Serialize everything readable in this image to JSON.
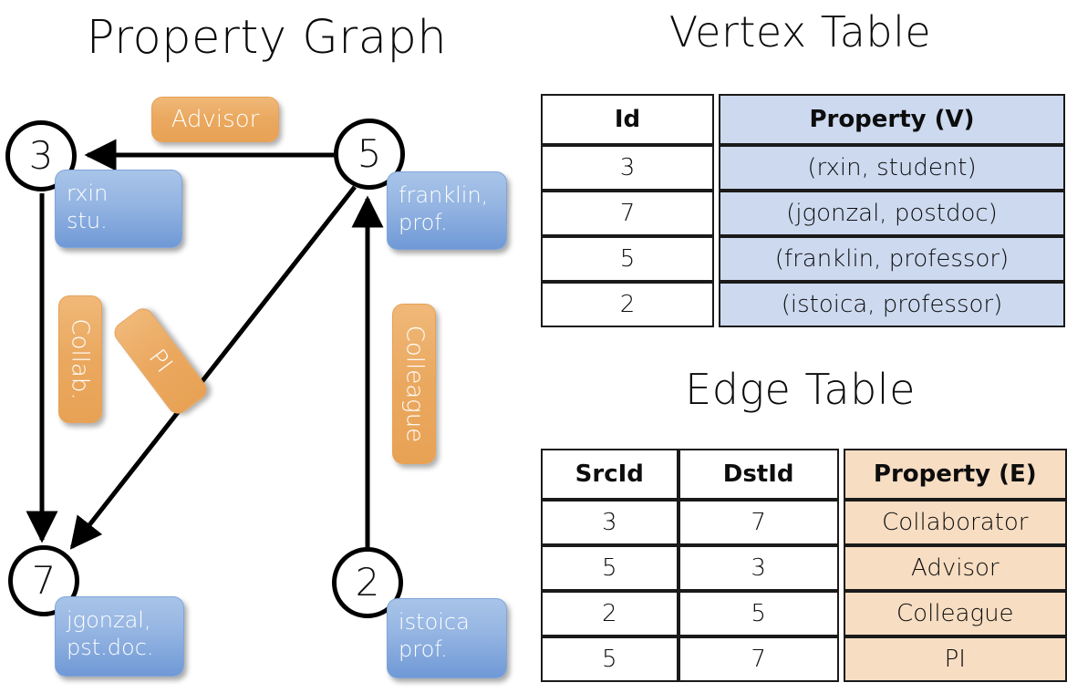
{
  "titles": {
    "property_graph": "Property Graph",
    "vertex_table": "Vertex Table",
    "edge_table": "Edge Table"
  },
  "graph": {
    "nodes": [
      {
        "id": "3",
        "property": "rxin\nstu."
      },
      {
        "id": "5",
        "property": "franklin,\nprof."
      },
      {
        "id": "7",
        "property": "jgonzal,\npst.doc."
      },
      {
        "id": "2",
        "property": "istoica\nprof."
      }
    ],
    "node_labels": {
      "n3": "3",
      "n5": "5",
      "n7": "7",
      "n2": "2"
    },
    "node_properties": {
      "rxin_line1": "rxin",
      "rxin_line2": "stu.",
      "franklin_line1": "franklin,",
      "franklin_line2": "prof.",
      "jgonzal_line1": "jgonzal,",
      "jgonzal_line2": "pst.doc.",
      "istoica_line1": "istoica",
      "istoica_line2": "prof."
    },
    "edge_labels": {
      "advisor": "Advisor",
      "collab": "Collab.",
      "pi": "PI",
      "colleague": "Colleague"
    },
    "edges": [
      {
        "src": "5",
        "dst": "3",
        "label": "Advisor"
      },
      {
        "src": "3",
        "dst": "7",
        "label": "Collab."
      },
      {
        "src": "5",
        "dst": "7",
        "label": "PI"
      },
      {
        "src": "2",
        "dst": "5",
        "label": "Colleague"
      }
    ]
  },
  "vertex_table": {
    "headers": [
      "Id",
      "Property (V)"
    ],
    "rows": [
      {
        "id": "3",
        "property": "(rxin, student)"
      },
      {
        "id": "7",
        "property": "(jgonzal, postdoc)"
      },
      {
        "id": "5",
        "property": "(franklin, professor)"
      },
      {
        "id": "2",
        "property": "(istoica, professor)"
      }
    ]
  },
  "edge_table": {
    "headers": [
      "SrcId",
      "DstId",
      "Property (E)"
    ],
    "rows": [
      {
        "src": "3",
        "dst": "7",
        "property": "Collaborator"
      },
      {
        "src": "5",
        "dst": "3",
        "property": "Advisor"
      },
      {
        "src": "2",
        "dst": "5",
        "property": "Colleague"
      },
      {
        "src": "5",
        "dst": "7",
        "property": "PI"
      }
    ]
  },
  "colors": {
    "vertex_property_fill": "#ccd9ef",
    "edge_property_fill": "#f7ddc2",
    "node_box_blue": "#94b4e2",
    "edge_label_orange": "#eaa85f",
    "stroke": "#000000",
    "background": "#ffffff"
  }
}
